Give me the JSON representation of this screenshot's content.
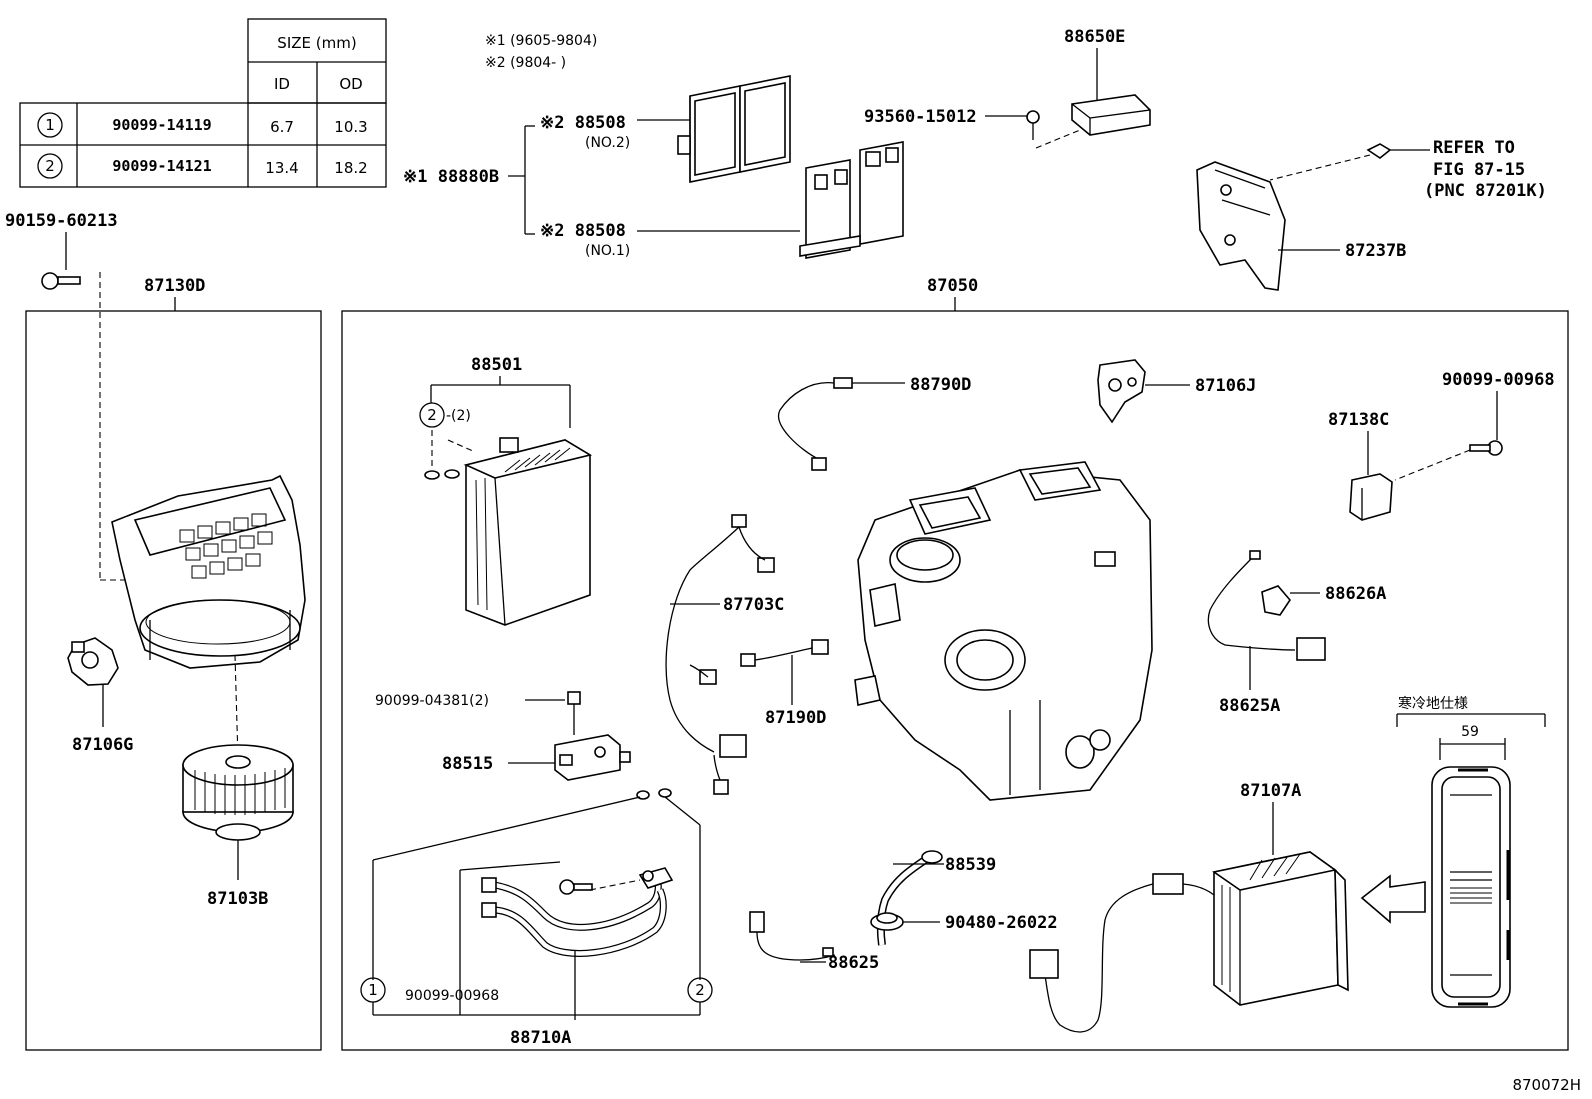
{
  "table": {
    "header_size": "SIZE (mm)",
    "header_id": "ID",
    "header_od": "OD",
    "rows": [
      {
        "mark": "1",
        "part": "90099-14119",
        "id": "6.7",
        "od": "10.3"
      },
      {
        "mark": "2",
        "part": "90099-14121",
        "id": "13.4",
        "od": "18.2"
      }
    ]
  },
  "notes": {
    "n1": "※1 (9605-9804)",
    "n2": "※2 (9804-      )"
  },
  "labels": {
    "p88880B": "※1 88880B",
    "p88508_no2": "※2 88508",
    "p88508_no2_sub": "(NO.2)",
    "p88508_no1": "※2 88508",
    "p88508_no1_sub": "(NO.1)",
    "p88650E": "88650E",
    "p93560": "93560-15012",
    "refer1": "REFER TO",
    "refer2": "FIG 87-15",
    "refer3": "(PNC 87201K)",
    "p87237B": "87237B",
    "p90159": "90159-60213",
    "p87130D": "87130D",
    "p87050": "87050",
    "p88501": "88501",
    "p88501_qty": "-(2)",
    "p88790D": "88790D",
    "p87106J": "87106J",
    "p90099_00968_a": "90099-00968",
    "p87138C": "87138C",
    "p87703C": "87703C",
    "p88626A": "88626A",
    "p88625A": "88625A",
    "p87190D": "87190D",
    "p90099_04381": "90099-04381(2)",
    "p88515": "88515",
    "p87106G": "87106G",
    "p87103B": "87103B",
    "cold_spec": "寒冷地仕様",
    "dim59": "59",
    "p87107A": "87107A",
    "p88539": "88539",
    "p90480": "90480-26022",
    "p88625": "88625",
    "p90099_00968_b": "90099-00968",
    "p88710A": "88710A",
    "circle1": "1",
    "circle2": "2",
    "circle2b": "2",
    "fig_code": "870072H"
  }
}
